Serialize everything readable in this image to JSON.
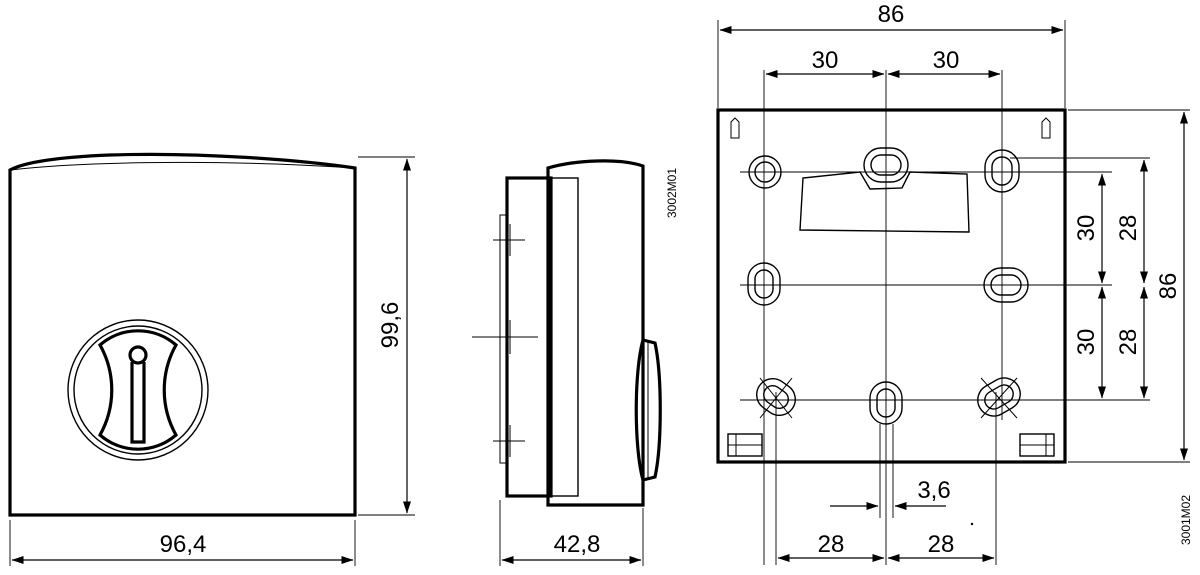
{
  "front_view": {
    "width_label": "96,4",
    "height_label": "99,6"
  },
  "side_view": {
    "depth_label": "42,8",
    "drawing_code": "3002M01"
  },
  "back_view": {
    "overall_width_label": "86",
    "hole_spacing_left_label": "30",
    "hole_spacing_right_label": "30",
    "overall_height_label": "86",
    "vertical_30_upper_label": "30",
    "vertical_28_upper_label": "28",
    "vertical_30_lower_label": "30",
    "vertical_28_lower_label": "28",
    "slot_width_label": "3,6",
    "bottom_spacing_left_label": "28",
    "bottom_spacing_right_label": "28",
    "drawing_code": "3001M02"
  }
}
